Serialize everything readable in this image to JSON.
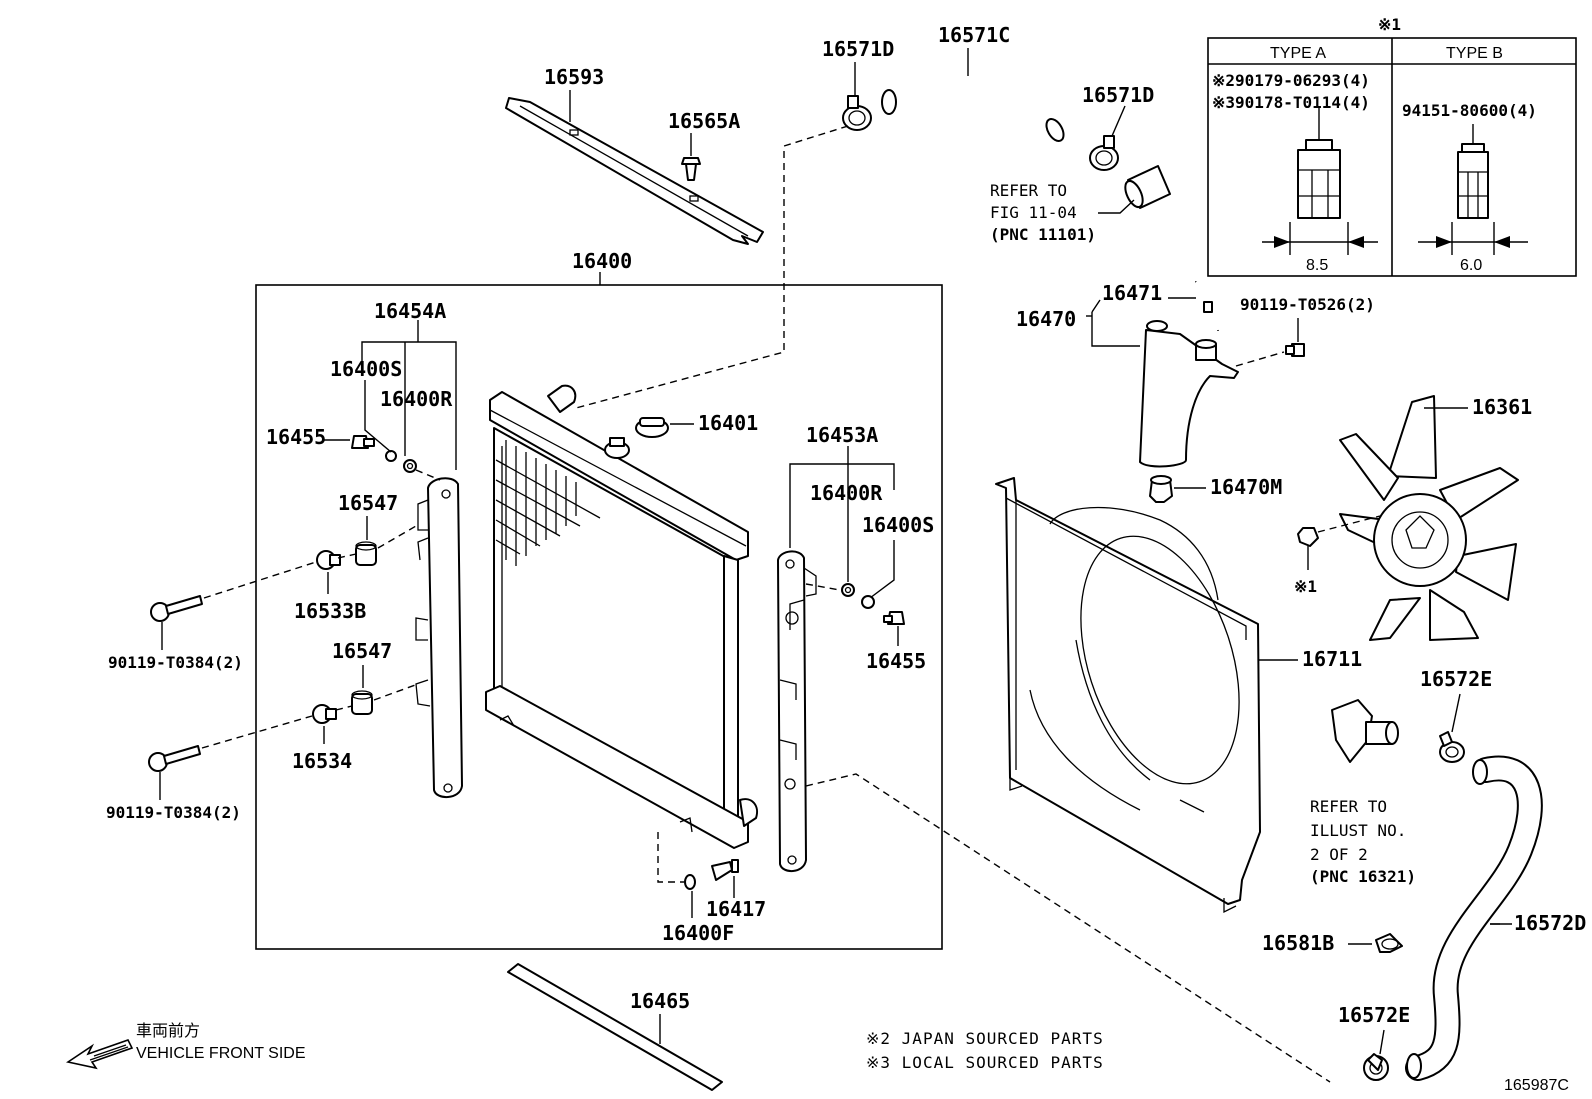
{
  "labels": {
    "l16593": "16593",
    "l16565A": "16565A",
    "l16571D_a": "16571D",
    "l16571C": "16571C",
    "l16571D_b": "16571D",
    "l16400": "16400",
    "l16454A": "16454A",
    "l16400S_a": "16400S",
    "l16400R_a": "16400R",
    "l16455_a": "16455",
    "l16547_a": "16547",
    "l16533B": "16533B",
    "l16547_b": "16547",
    "l16534": "16534",
    "l90119_a": "90119-T0384(2)",
    "l90119_b": "90119-T0384(2)",
    "l16401": "16401",
    "l16453A": "16453A",
    "l16400R_b": "16400R",
    "l16400S_b": "16400S",
    "l16455_b": "16455",
    "l16417": "16417",
    "l16400F": "16400F",
    "l16465": "16465",
    "l16470": "16470",
    "l16471": "16471",
    "l90119_c": "90119-T0526(2)",
    "l16470M": "16470M",
    "l16361": "16361",
    "l16711": "16711",
    "l16572E_a": "16572E",
    "l16572D": "16572D",
    "l16581B": "16581B",
    "l16572E_b": "16572E",
    "mark_fan": "※1",
    "ref_fig_1": "REFER TO",
    "ref_fig_2": "FIG 11-04",
    "ref_fig_3": "(PNC 11101)",
    "ref_ill_1": "REFER TO",
    "ref_ill_2": "ILLUST NO.",
    "ref_ill_3": "2 OF 2",
    "ref_ill_4": "(PNC 16321)"
  },
  "inset": {
    "mark": "※1",
    "type_a": "TYPE A",
    "type_b": "TYPE B",
    "a_line1": "※290179-06293(4)",
    "a_line2": "※390178-T0114(4)",
    "b_line1": "94151-80600(4)",
    "dim_a": "8.5",
    "dim_b": "6.0"
  },
  "notes": {
    "n2": "※2 JAPAN SOURCED PARTS",
    "n3": "※3 LOCAL SOURCED PARTS"
  },
  "direction": {
    "jp": "車両前方",
    "en": "VEHICLE FRONT SIDE"
  },
  "figure_id": "165987C"
}
